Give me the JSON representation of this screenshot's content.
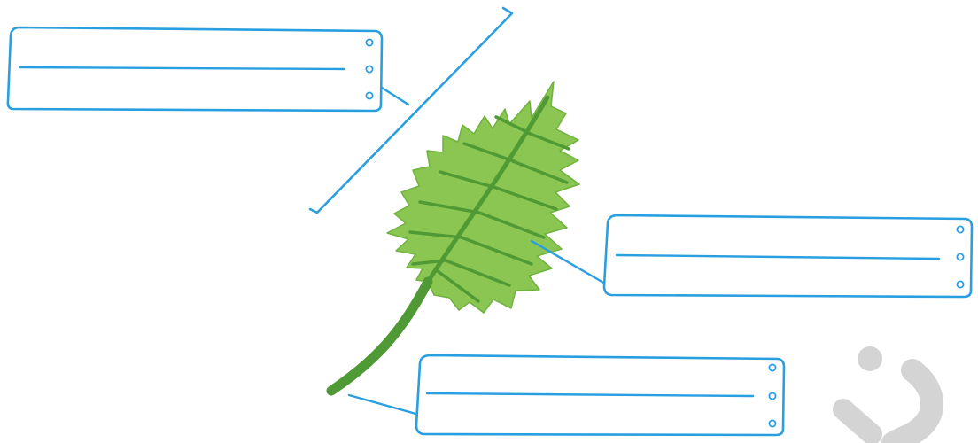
{
  "diagram": {
    "colors": {
      "outline": "#2a9fe0",
      "leaf_light": "#8cc652",
      "leaf_dark": "#4f9a35",
      "leaf_outline": "#6fb23e",
      "watermark": "#d4d4d4",
      "background": "#ffffff"
    },
    "labels": [
      {
        "id": "leaf-blade-label",
        "text": ""
      },
      {
        "id": "leaf-vein-label",
        "text": ""
      },
      {
        "id": "leaf-stalk-label",
        "text": ""
      }
    ],
    "watermark_icon": "logo-mark-icon"
  }
}
